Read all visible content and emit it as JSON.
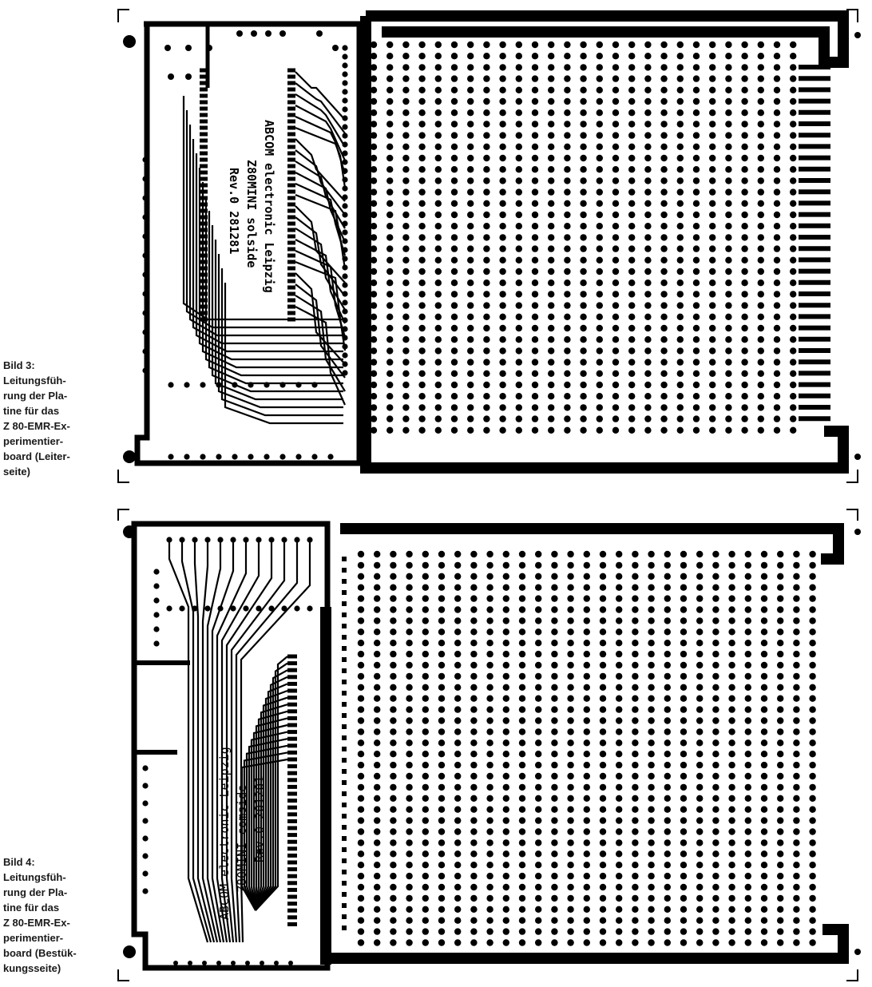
{
  "figures": [
    {
      "id": "bild3",
      "caption_lines": [
        "Bild 3:",
        "Leitungsfüh-",
        "rung der Pla-",
        "tine für das",
        "Z 80-EMR-Ex-",
        "perimentier-",
        "board (Leiter-",
        "seite)"
      ],
      "board_text": [
        "ABCOM electronic Leipzig",
        "Z80MINI solside",
        "Rev.0 281281"
      ]
    },
    {
      "id": "bild4",
      "caption_lines": [
        "Bild 4:",
        "Leitungsfüh-",
        "rung der Pla-",
        "tine für das",
        "Z 80-EMR-Ex-",
        "perimentier-",
        "board (Bestük-",
        "kungsseite)"
      ],
      "board_text": [
        "ABCOM electronic Leipzig",
        "Z80MINI comside",
        "Rev.0 281281"
      ]
    }
  ],
  "colors": {
    "copper": "#000000",
    "substrate": "#ffffff",
    "caption": "#1a1a1a"
  }
}
